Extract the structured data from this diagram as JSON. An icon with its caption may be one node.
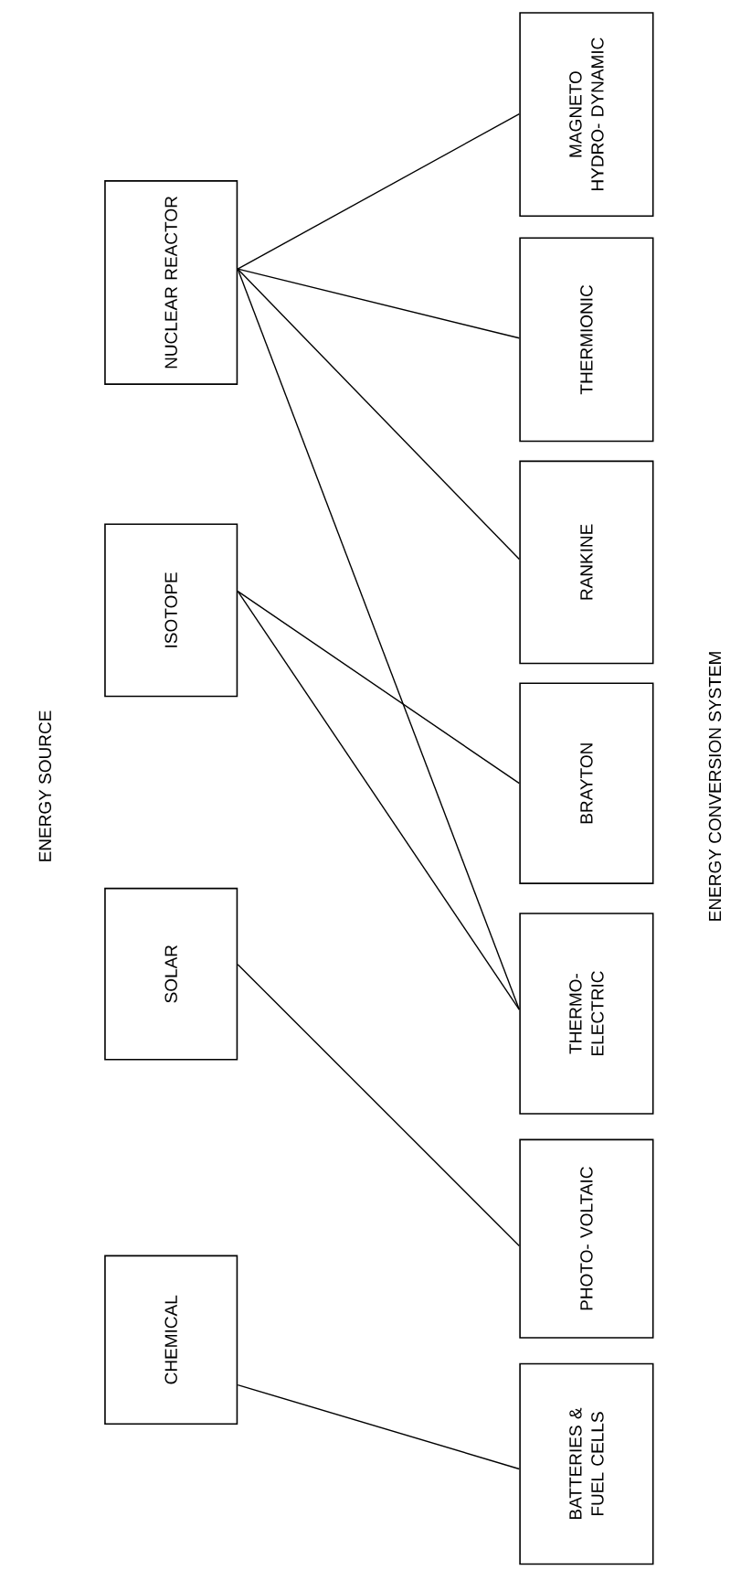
{
  "diagram": {
    "nodes": [
      {
        "text": [
          "NUCLEAR REACTOR"
        ]
      },
      {
        "text": [
          "ISOTOPE"
        ]
      },
      {
        "text": [
          "SOLAR"
        ]
      },
      {
        "text": [
          "CHEMICAL"
        ]
      },
      {
        "text": [
          "MAGNETO HYDRO- DYNAMIC"
        ]
      },
      {
        "text": [
          "THERMIONIC"
        ]
      },
      {
        "text": [
          "RANKINE"
        ]
      },
      {
        "text": [
          "BRAYTON"
        ]
      },
      {
        "text": [
          "THERMO- ELECTRIC"
        ]
      },
      {
        "text": [
          "PHOTO- VOLTAIC"
        ]
      },
      {
        "text": [
          "BATTERIES & FUEL CELLS"
        ]
      }
    ],
    "edges": [
      {
        "from": 0,
        "to": 4,
        "arrow": "none"
      },
      {
        "from": 0,
        "to": 5,
        "arrow": "none"
      },
      {
        "from": 0,
        "to": 6,
        "arrow": "none"
      },
      {
        "from": 0,
        "to": 8,
        "arrow": "none"
      },
      {
        "from": 1,
        "to": 7,
        "arrow": "none"
      },
      {
        "from": 1,
        "to": 8,
        "arrow": "none"
      },
      {
        "from": 2,
        "to": 9,
        "arrow": "none"
      },
      {
        "from": 3,
        "to": 10,
        "arrow": "none"
      }
    ],
    "labels": [
      "ENERGY SOURCE",
      "ENERGY CONVERSION SYSTEM"
    ]
  }
}
